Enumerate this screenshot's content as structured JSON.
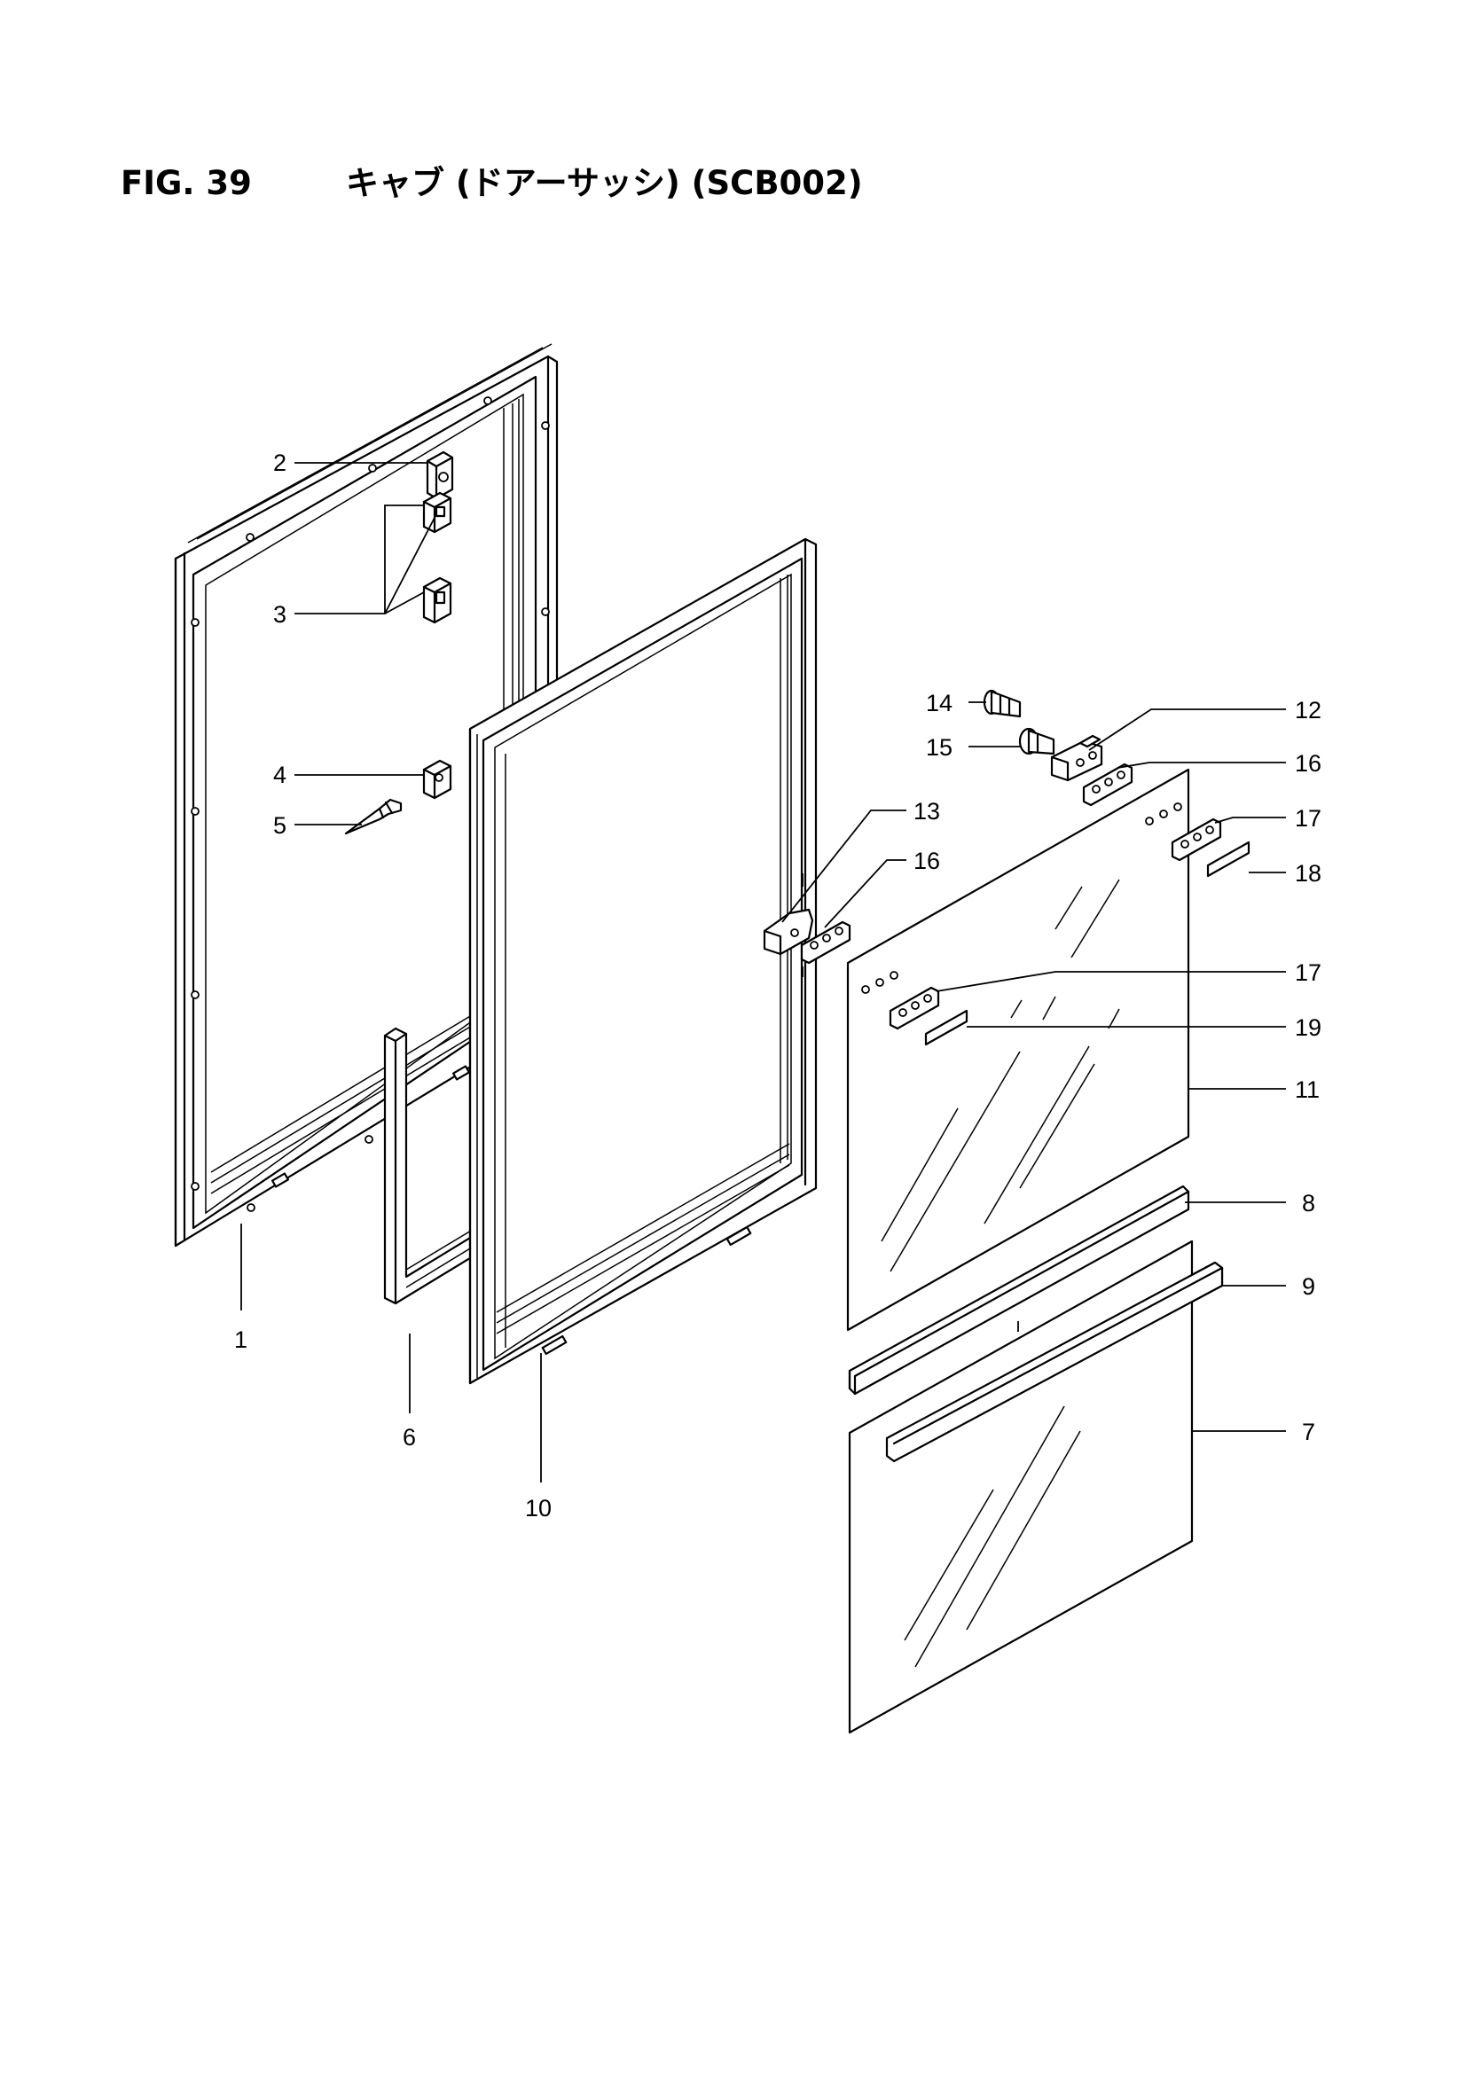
{
  "header": {
    "figure_number": "FIG. 39",
    "figure_title": "キャブ (ドアーサッシ) (SCB002)"
  },
  "callouts": [
    "1",
    "2",
    "3",
    "4",
    "5",
    "6",
    "7",
    "8",
    "9",
    "10",
    "11",
    "12",
    "13",
    "14",
    "15",
    "16",
    "17",
    "18",
    "19"
  ]
}
